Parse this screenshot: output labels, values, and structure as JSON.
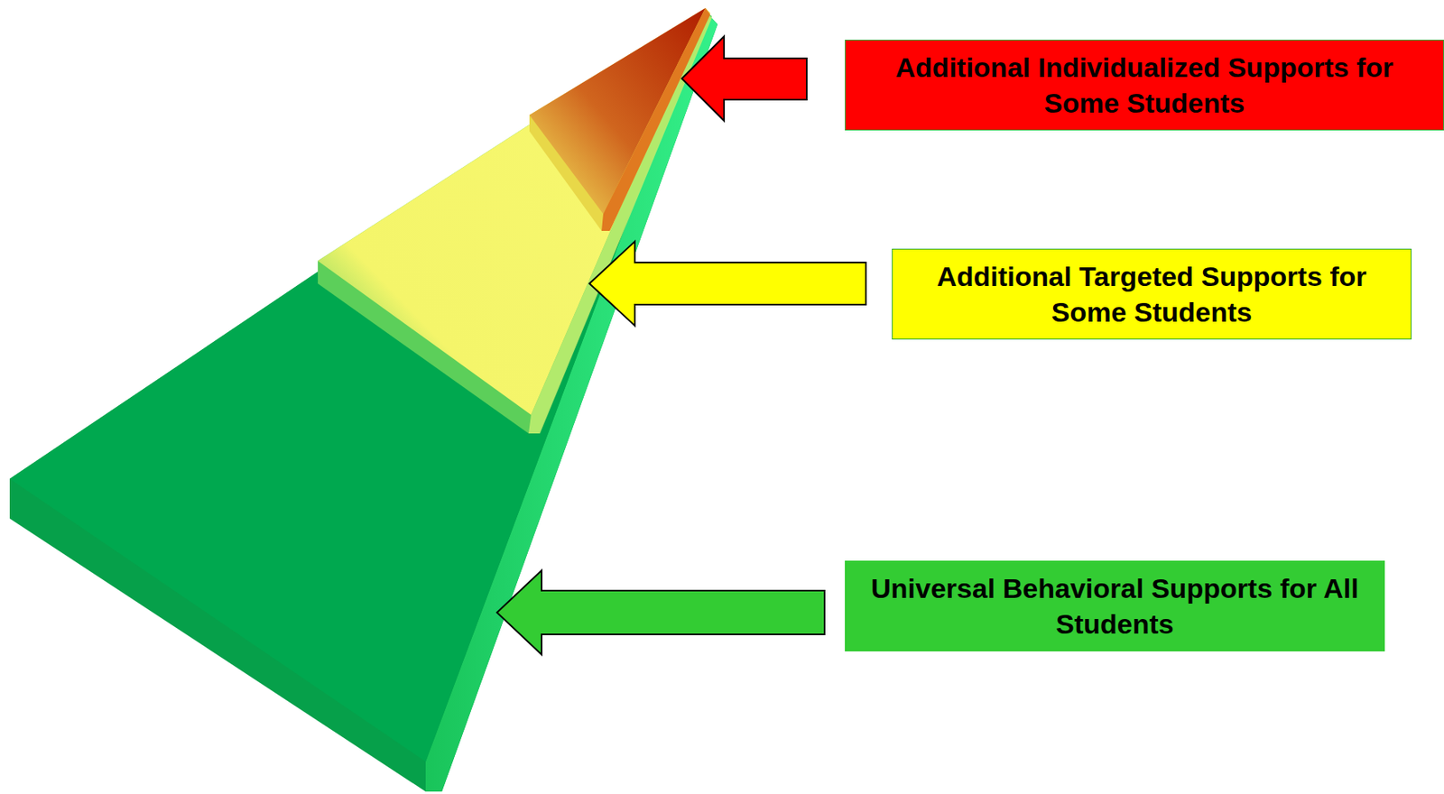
{
  "diagram": {
    "nodes": [
      {
        "text": [
          "Additional Individualized Supports for Some Students"
        ]
      },
      {
        "text": [
          "Additional Targeted Supports for Some Students"
        ]
      },
      {
        "text": [
          "Universal Behavioral Supports for All Students"
        ]
      }
    ]
  }
}
